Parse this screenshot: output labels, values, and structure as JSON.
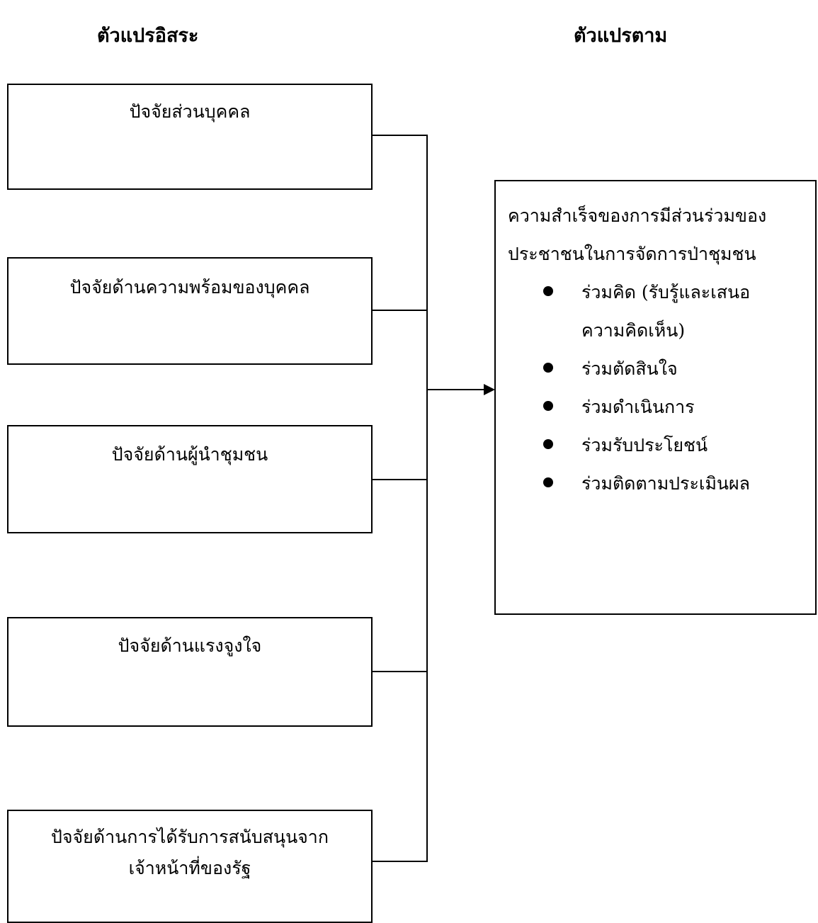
{
  "headings": {
    "independent": "ตัวแปรอิสระ",
    "dependent": "ตัวแปรตาม"
  },
  "independent_variables": [
    "ปัจจัยส่วนบุคคล",
    "ปัจจัยด้านความพร้อมของบุคคล",
    "ปัจจัยด้านผู้นำชุมชน",
    "ปัจจัยด้านแรงจูงใจ",
    "ปัจจัยด้านการได้รับการสนับสนุนจาก เจ้าหน้าที่ของรัฐ"
  ],
  "independent_variable_lines": [
    [
      "ปัจจัยส่วนบุคคล"
    ],
    [
      "ปัจจัยด้านความพร้อมของบุคคล"
    ],
    [
      "ปัจจัยด้านผู้นำชุมชน"
    ],
    [
      "ปัจจัยด้านแรงจูงใจ"
    ],
    [
      "ปัจจัยด้านการได้รับการสนับสนุนจาก",
      "เจ้าหน้าที่ของรัฐ"
    ]
  ],
  "dependent_variable": {
    "title_lines": [
      "ความสำเร็จของการมีส่วนร่วมของ",
      "ประชาชนในการจัดการป่าชุมชน"
    ],
    "items": [
      [
        "ร่วมคิด (รับรู้และเสนอ",
        "ความคิดเห็น)"
      ],
      [
        "ร่วมตัดสินใจ"
      ],
      [
        "ร่วมดำเนินการ"
      ],
      [
        "ร่วมรับประโยชน์"
      ],
      [
        "ร่วมติดตามประเมินผล"
      ]
    ]
  }
}
